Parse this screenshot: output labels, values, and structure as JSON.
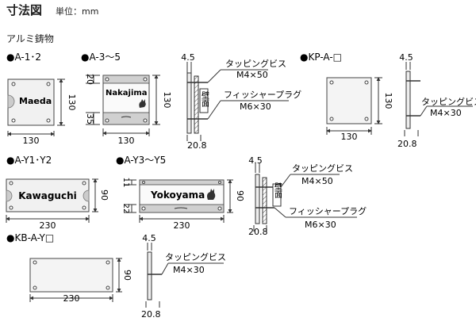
{
  "header": {
    "title": "寸法図",
    "unit": "単位：mm",
    "material": "アルミ鋳物"
  },
  "sections": {
    "a12": {
      "label": "●A-1･2",
      "name_text": "Maeda",
      "width": "130",
      "height": "130"
    },
    "a35": {
      "label": "●A-3～5",
      "name_text": "Nakajima",
      "top": "20",
      "side": "130",
      "bottom": "35",
      "width": "130"
    },
    "side1": {
      "top": "4.5",
      "bottom": "20.8",
      "screw_name": "タッピングビス",
      "screw_size": "M4×50",
      "plug_name": "フィッシャープラグ",
      "plug_size": "M6×30",
      "wall_label": "壁面"
    },
    "kpa": {
      "label": "●KP-A-□",
      "height": "130",
      "width": "130"
    },
    "side2": {
      "top": "4.5",
      "bottom": "20.8",
      "screw_name": "タッピングビス",
      "screw_size": "M4×30"
    },
    "ay12": {
      "label": "●A-Y1･Y2",
      "name_text": "Kawaguchi",
      "height": "90",
      "width": "230"
    },
    "ay35": {
      "label": "●A-Y3～Y5",
      "name_text": "Yokoyama",
      "top": "11",
      "side": "90",
      "bottom": "22",
      "width": "230"
    },
    "side3": {
      "top": "4.5",
      "bottom": "20.8",
      "screw_name": "タッピングビス",
      "screw_size": "M4×50",
      "plug_name": "フィッシャープラグ",
      "plug_size": "M6×30",
      "wall_label": "壁面"
    },
    "kbay": {
      "label": "●KB-A-Y□",
      "height": "90",
      "width": "230"
    },
    "side4": {
      "top": "4.5",
      "bottom": "20.8",
      "screw_name": "タッピングビス",
      "screw_size": "M4×30"
    }
  }
}
